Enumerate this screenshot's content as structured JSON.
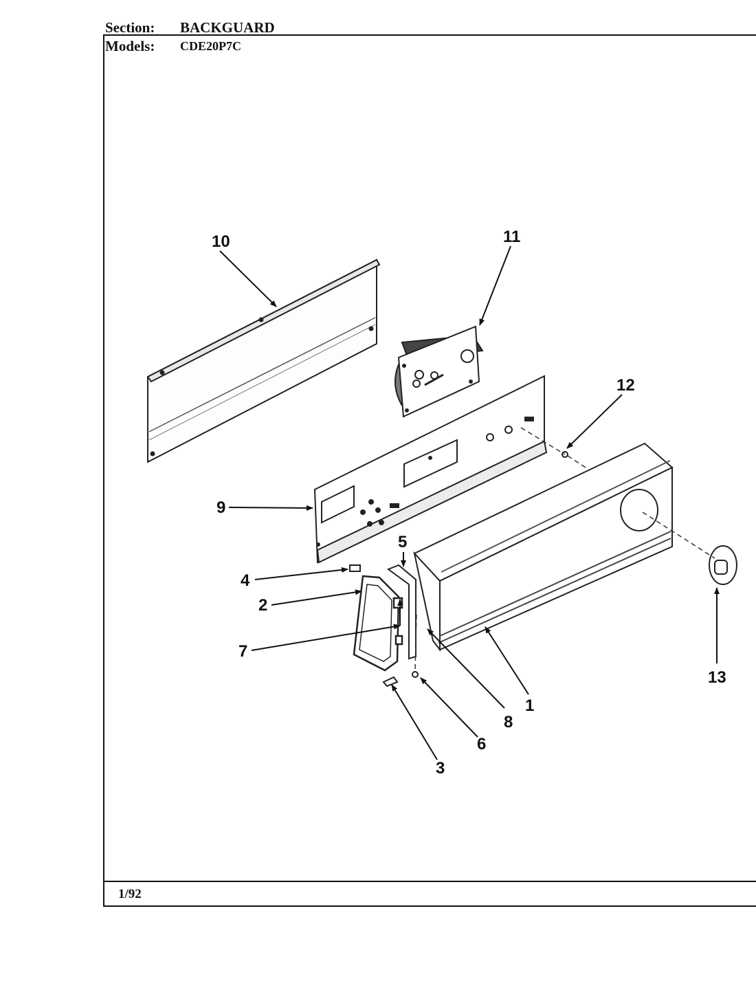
{
  "header": {
    "section_label": "Section:",
    "section_value": "BACKGUARD",
    "models_label": "Models:",
    "models_value": "CDE20P7C"
  },
  "footer": {
    "date": "1/92"
  },
  "callouts": {
    "c1": "1",
    "c2": "2",
    "c3": "3",
    "c4": "4",
    "c5": "5",
    "c6": "6",
    "c7": "7",
    "c8": "8",
    "c9": "9",
    "c10": "10",
    "c11": "11",
    "c12": "12",
    "c13": "13"
  }
}
